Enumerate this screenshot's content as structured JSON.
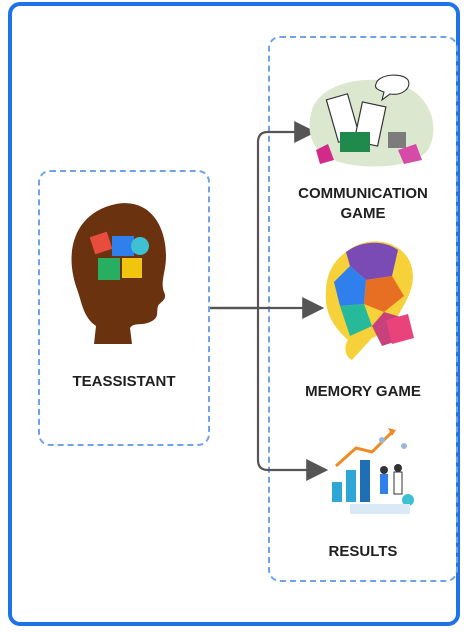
{
  "diagram": {
    "source_label": "TEASSISTANT",
    "targets": [
      {
        "label_line1": "COMMUNICATION",
        "label_line2": "GAME"
      },
      {
        "label_line1": "MEMORY GAME"
      },
      {
        "label_line1": "RESULTS"
      }
    ]
  },
  "colors": {
    "frame": "#1e73e6",
    "dashed_border": "#6fa3e6",
    "arrow": "#555555",
    "head_brown": "#6b3210"
  }
}
